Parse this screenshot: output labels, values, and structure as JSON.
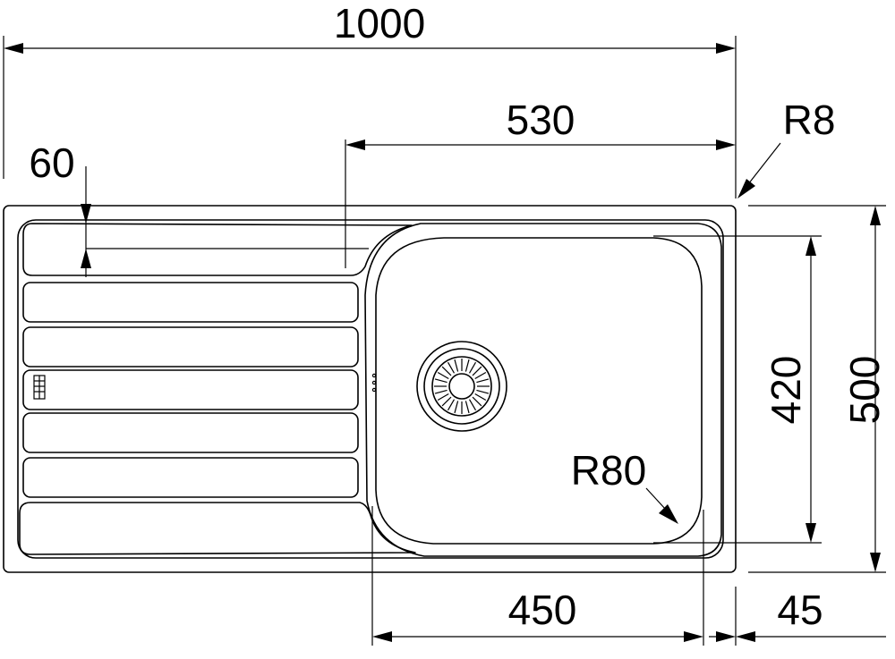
{
  "dimensions": {
    "overall_width": "1000",
    "bowl_offset": "530",
    "drainboard_inset": "60",
    "corner_radius_outer": "R8",
    "bowl_depth": "420",
    "overall_depth": "500",
    "bowl_corner_radius": "R80",
    "bowl_width": "450",
    "edge_to_bowl": "45"
  },
  "colors": {
    "line": "#000000",
    "background": "#ffffff"
  }
}
